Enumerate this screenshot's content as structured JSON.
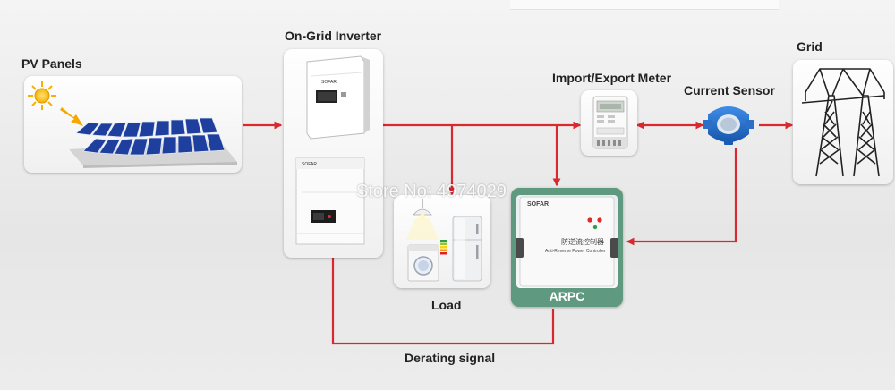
{
  "watermark": "Store No: 4974029",
  "nodes": {
    "pv_panels": {
      "label": "PV Panels"
    },
    "inverter": {
      "label": "On-Grid Inverter",
      "brand": "SOFAR"
    },
    "meter": {
      "label": "Import/Export Meter"
    },
    "current_sensor": {
      "label": "Current Sensor"
    },
    "grid": {
      "label": "Grid"
    },
    "load": {
      "label": "Load"
    },
    "arpc": {
      "label": "ARPC",
      "brand": "SOFAR",
      "device_title_cn": "防逆流控制器",
      "device_title_en": "Anti-Reverse Power Controller"
    }
  },
  "connections": {
    "derating_label": "Derating signal"
  },
  "colors": {
    "arrow": "#d9282f",
    "arpc_frame": "#5f9a80",
    "panel_blue": "#1f3f9e",
    "sensor_blue": "#1e6fd0",
    "sun": "#f5b300"
  }
}
